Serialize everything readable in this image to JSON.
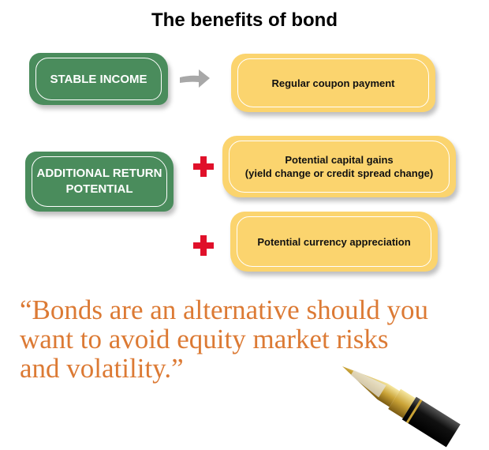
{
  "title": "The benefits of bond",
  "stable_income": {
    "label": "STABLE INCOME",
    "result": "Regular coupon payment"
  },
  "additional_return": {
    "label": "ADDITIONAL RETURN\nPOTENTIAL",
    "items": [
      "Potential capital gains\n(yield change or credit spread change)",
      "Potential currency appreciation"
    ]
  },
  "quote": "“Bonds are an alternative should you\nwant to avoid equity market risks\nand volatility.”",
  "colors": {
    "green": "#4a8c5c",
    "yellow": "#fbd46e",
    "plus": "#e0102a",
    "quote": "#dc7a34"
  }
}
